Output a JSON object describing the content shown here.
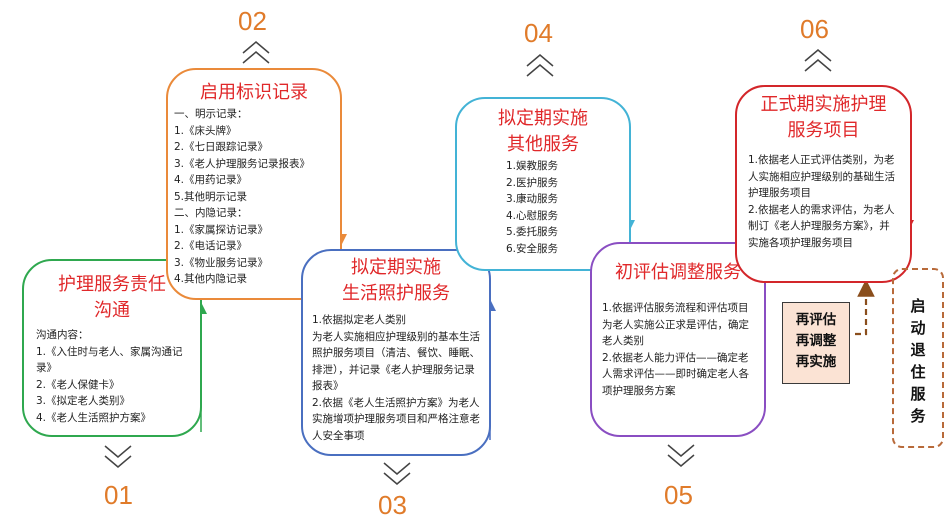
{
  "colors": {
    "green": "#2fa84f",
    "orange": "#ea8a3a",
    "blue": "#4a6fc0",
    "cyan": "#43b3d6",
    "purple": "#8a4ec2",
    "red": "#d3262a",
    "title_red": "#e0282a",
    "number_orange": "#e07b2a"
  },
  "steps": [
    {
      "number": "01",
      "title": "护理服务责任\n沟通",
      "body": "沟通内容：\n1.《入住时与老人、家属沟通记录》\n2.《老人保健卡》\n3.《拟定老人类别》\n4.《老人生活照护方案》"
    },
    {
      "number": "02",
      "title": "启用标识记录",
      "body": "一、明示记录：\n1.《床头牌》\n2.《七日跟踪记录》\n3.《老人护理服务记录报表》\n4.《用药记录》\n5.其他明示记录\n二、内隐记录：\n1.《家属探访记录》\n2.《电话记录》\n3.《物业服务记录》\n4.其他内隐记录"
    },
    {
      "number": "03",
      "title": "拟定期实施\n生活照护服务",
      "body": "1.依据拟定老人类别\n为老人实施相应护理级别的基本生活照护服务项目（清洁、餐饮、睡眠、排泄），并记录《老人护理服务记录报表》\n2.依据《老人生活照护方案》为老人实施增项护理服务项目和严格注意老人安全事项"
    },
    {
      "number": "04",
      "title": "拟定期实施\n其他服务",
      "body": "1.娱教服务\n2.医护服务\n3.康动服务\n4.心慰服务\n5.委托服务\n6.安全服务"
    },
    {
      "number": "05",
      "title": "初评估调整服务",
      "body": "1.依据评估服务流程和评估项目为老人实施公正求是评估，确定老人类别\n2.依据老人能力评估——确定老人需求评估——即时确定老人各项护理服务方案"
    },
    {
      "number": "06",
      "title": "正式期实施护理\n服务项目",
      "body": "1.依据老人正式评估类别，为老人实施相应护理级别的基础生活护理服务项目\n2.依据老人的需求评估，为老人制订《老人护理服务方案》，并实施各项护理服务项目"
    }
  ],
  "reassess": {
    "text": "再评估\n再调整\n再实施"
  },
  "retire": {
    "text": "启\n动\n退\n住\n服\n务"
  }
}
